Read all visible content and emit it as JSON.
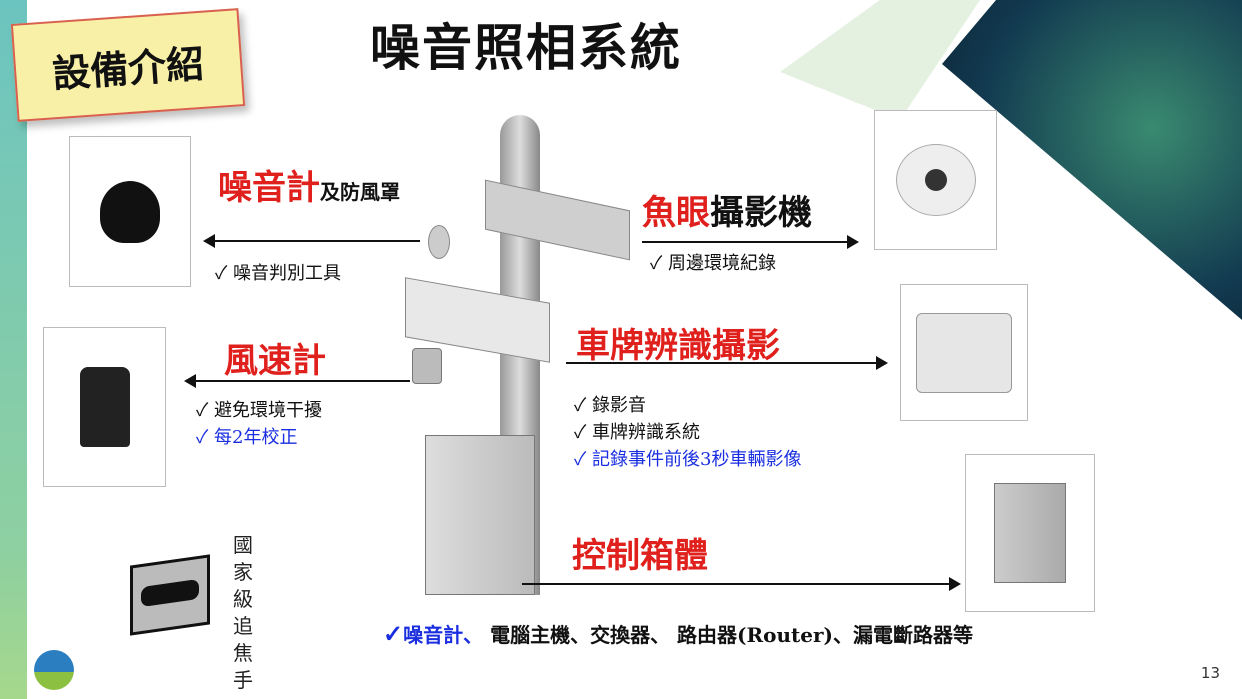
{
  "header": {
    "tag": "設備介紹",
    "title": "噪音照相系統"
  },
  "noise_meter": {
    "name": "噪音計",
    "suffix": "及防風罩",
    "items": [
      "噪音判別工具"
    ]
  },
  "wind_meter": {
    "name": "風速計",
    "items": [
      "避免環境干擾"
    ],
    "highlight": "每2年校正"
  },
  "fisheye": {
    "name_red": "魚眼",
    "name_black": "攝影機",
    "items": [
      "周邊環境紀錄"
    ]
  },
  "plate_camera": {
    "name": "車牌辨識攝影",
    "items": [
      "錄影音",
      "車牌辨識系統"
    ],
    "highlight": "記錄事件前後3秒車輛影像"
  },
  "control_box": {
    "name": "控制箱體",
    "content_red": "噪音計、",
    "content": "電腦主機、交換器、 路由器(Router)、漏電斷路器等"
  },
  "mascot": {
    "caption": "國家級追焦手"
  },
  "check": "✓",
  "page_number": "13",
  "colors": {
    "red": "#e0201c",
    "blue": "#1a2ee0",
    "tag": "#f8f0a6"
  }
}
